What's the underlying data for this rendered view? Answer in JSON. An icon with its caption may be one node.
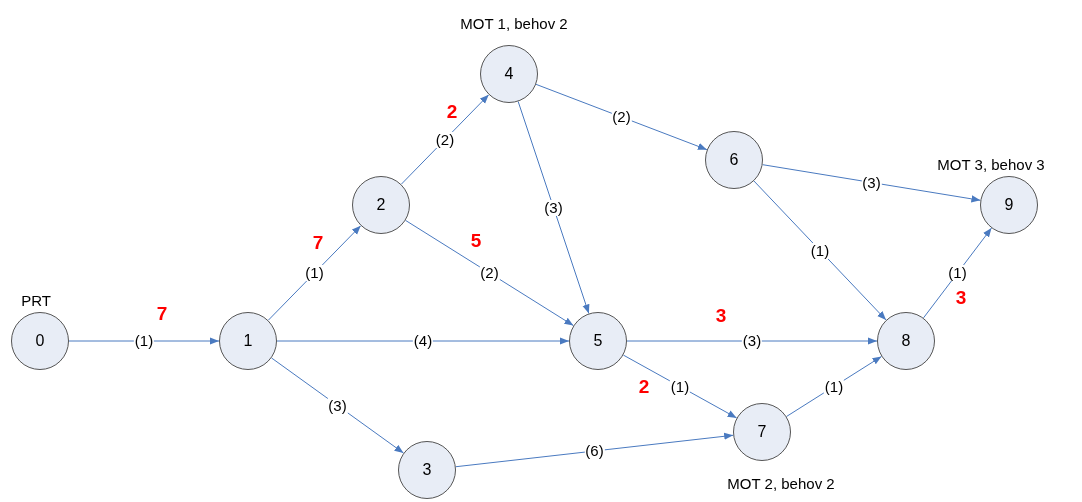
{
  "diagram": {
    "nodes": [
      {
        "text": [
          "0"
        ],
        "beside": [
          "PRT"
        ]
      },
      {
        "text": [
          "1"
        ]
      },
      {
        "text": [
          "2"
        ]
      },
      {
        "text": [
          "3"
        ]
      },
      {
        "text": [
          "4"
        ],
        "beside": [
          "MOT 1, behov 2"
        ]
      },
      {
        "text": [
          "5"
        ]
      },
      {
        "text": [
          "6"
        ]
      },
      {
        "text": [
          "7"
        ],
        "beside": [
          "MOT 2, behov 2"
        ]
      },
      {
        "text": [
          "8"
        ]
      },
      {
        "text": [
          "9"
        ],
        "beside": [
          "MOT 3, behov 3"
        ]
      }
    ],
    "edges": [
      {
        "from": 0,
        "to": 1,
        "arrow": "to",
        "label": "(1)"
      },
      {
        "from": 1,
        "to": 2,
        "arrow": "to",
        "label": "(1)"
      },
      {
        "from": 1,
        "to": 5,
        "arrow": "to",
        "label": "(4)"
      },
      {
        "from": 1,
        "to": 3,
        "arrow": "to",
        "label": "(3)"
      },
      {
        "from": 2,
        "to": 4,
        "arrow": "to",
        "label": "(2)"
      },
      {
        "from": 2,
        "to": 5,
        "arrow": "to",
        "label": "(2)"
      },
      {
        "from": 4,
        "to": 6,
        "arrow": "to",
        "label": "(2)"
      },
      {
        "from": 4,
        "to": 5,
        "arrow": "to",
        "label": "(3)"
      },
      {
        "from": 6,
        "to": 9,
        "arrow": "to",
        "label": "(3)"
      },
      {
        "from": 6,
        "to": 8,
        "arrow": "to",
        "label": "(1)"
      },
      {
        "from": 5,
        "to": 8,
        "arrow": "to",
        "label": "(3)"
      },
      {
        "from": 5,
        "to": 7,
        "arrow": "to",
        "label": "(1)"
      },
      {
        "from": 3,
        "to": 7,
        "arrow": "to",
        "label": "(6)"
      },
      {
        "from": 7,
        "to": 8,
        "arrow": "to",
        "label": "(1)"
      },
      {
        "from": 8,
        "to": 9,
        "arrow": "to",
        "label": "(1)"
      }
    ],
    "labels": [
      "2",
      "5",
      "7",
      "3",
      "7",
      "3",
      "2"
    ]
  }
}
